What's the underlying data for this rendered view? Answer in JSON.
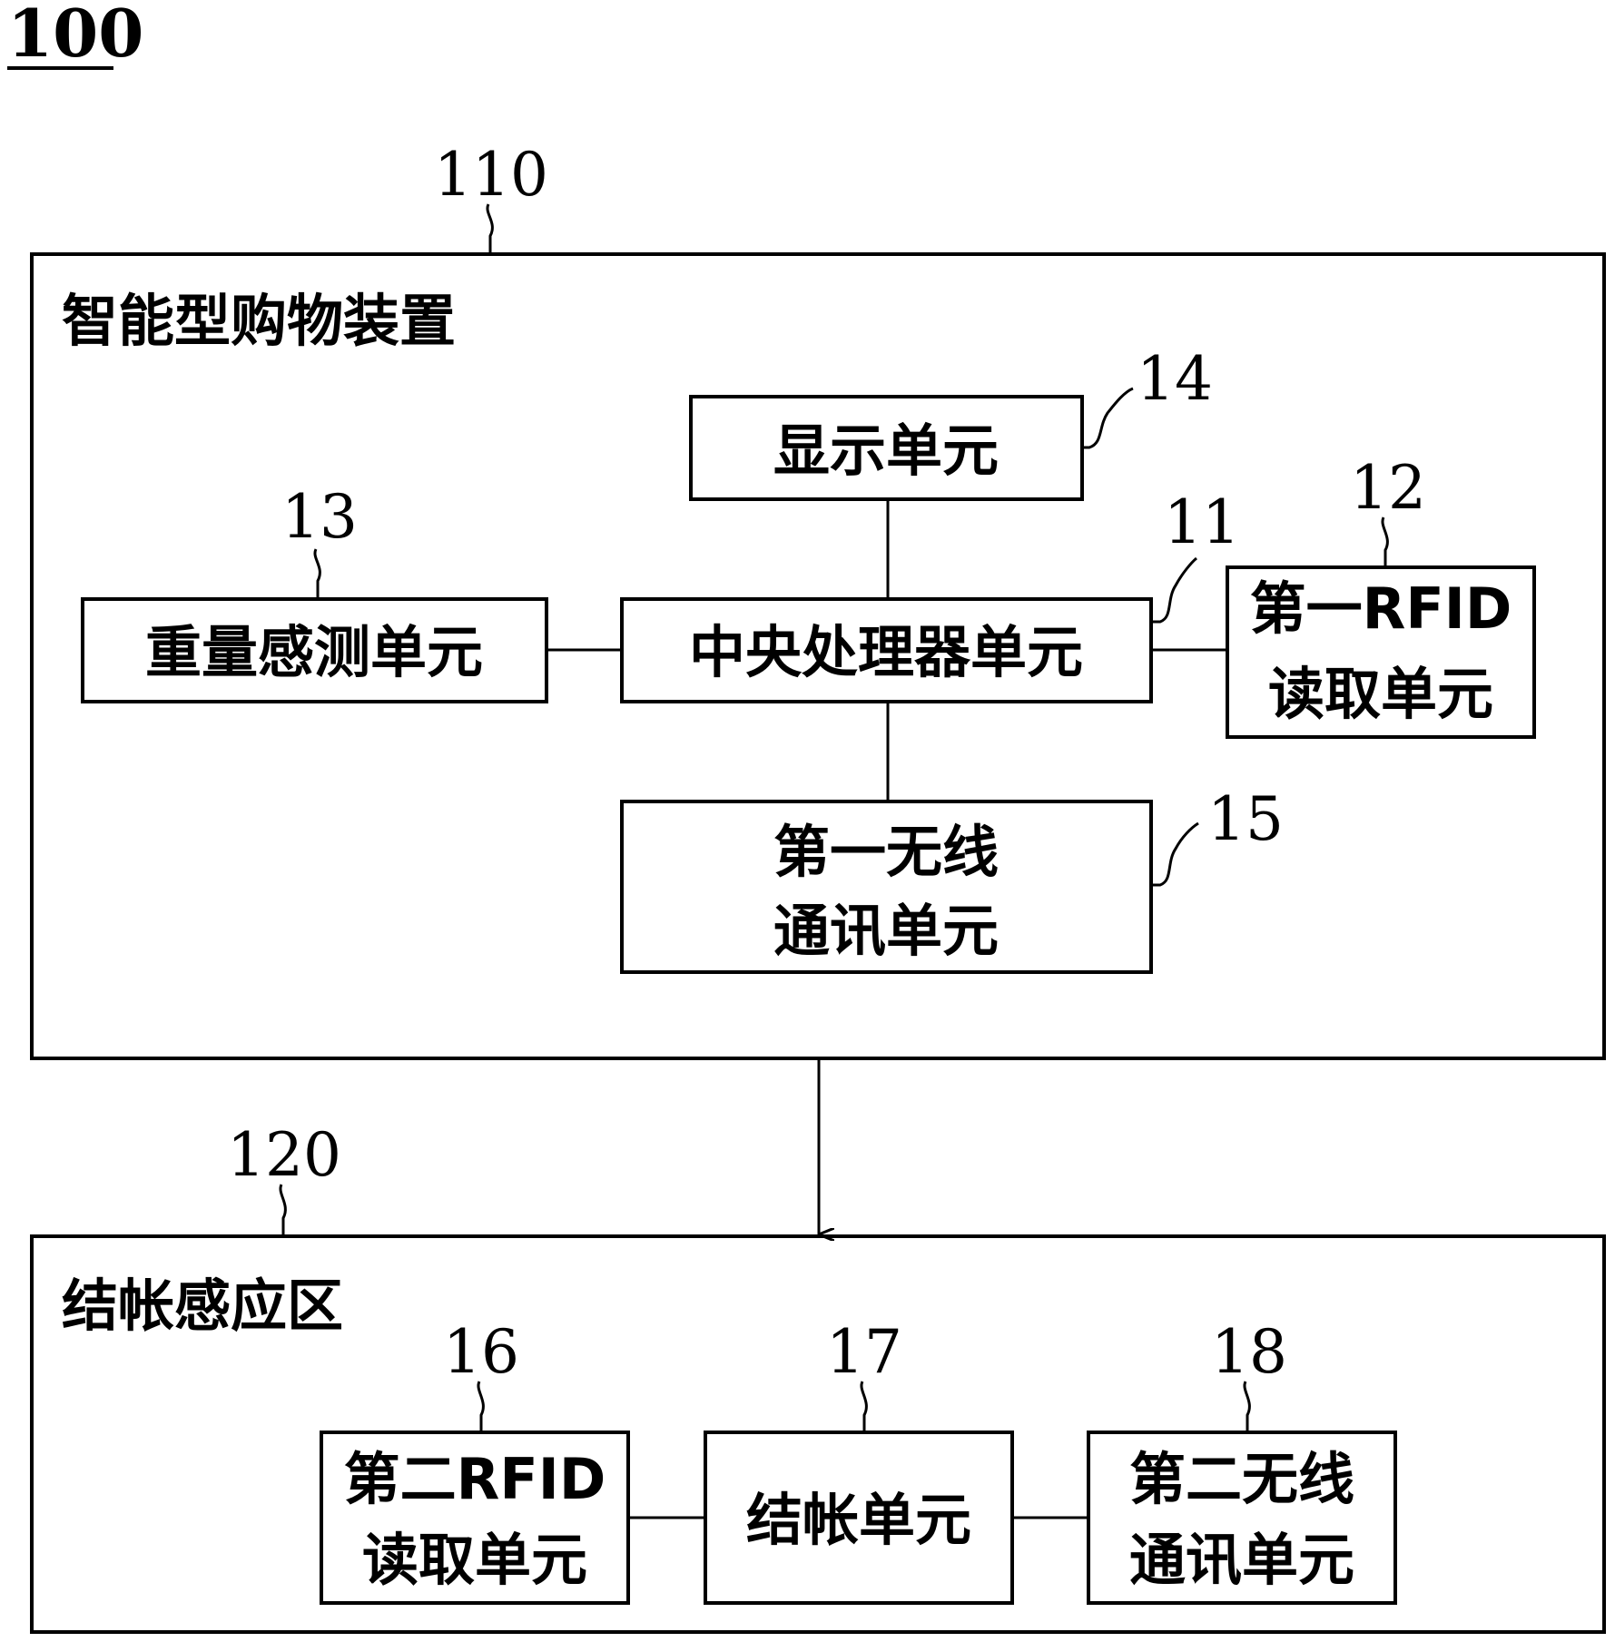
{
  "figure_label": "100",
  "device": {
    "ref": "110",
    "title": "智能型购物装置",
    "units": {
      "display": {
        "ref": "14",
        "label": "显示单元"
      },
      "cpu": {
        "ref": "11",
        "label": "中央处理器单元"
      },
      "weight": {
        "ref": "13",
        "label": "重量感测单元"
      },
      "rfid1": {
        "ref": "12",
        "line1": "第一RFID",
        "line2": "读取单元"
      },
      "wireless1": {
        "ref": "15",
        "line1": "第一无线",
        "line2": "通讯单元"
      }
    }
  },
  "zone": {
    "ref": "120",
    "title": "结帐感应区",
    "units": {
      "rfid2": {
        "ref": "16",
        "line1": "第二RFID",
        "line2": "读取单元"
      },
      "checkout": {
        "ref": "17",
        "label": "结帐单元"
      },
      "wireless2": {
        "ref": "18",
        "line1": "第二无线",
        "line2": "通讯单元"
      }
    }
  }
}
